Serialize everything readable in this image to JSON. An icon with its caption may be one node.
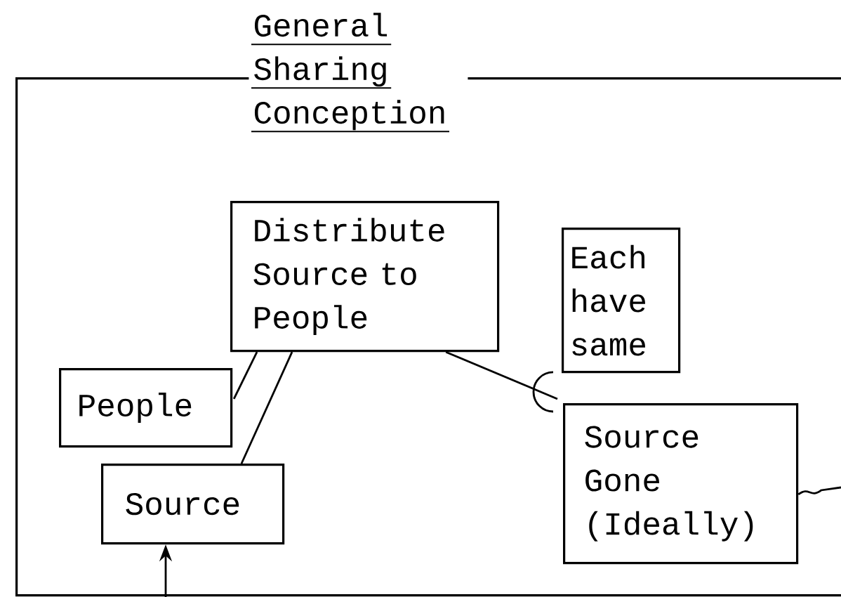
{
  "diagram": {
    "nodes": [
      {
        "text": [
          "General Sharing Conception"
        ]
      },
      {
        "text": [
          "Distribute Source to People"
        ],
        "in": 0
      },
      {
        "text": [
          "Each have same"
        ],
        "in": 0
      },
      {
        "text": [
          "People"
        ],
        "in": 0
      },
      {
        "text": [
          "Source Gone (Ideally)"
        ],
        "in": 0
      },
      {
        "text": [
          "Source"
        ],
        "in": 0
      }
    ],
    "edges": [
      {
        "from": 3,
        "to": 1,
        "arrow": "none"
      },
      {
        "from": 5,
        "to": 1,
        "arrow": "none"
      },
      {
        "from": 1,
        "to": 4,
        "arrow": "none"
      },
      {
        "from": null,
        "to": 5,
        "arrow": "to"
      },
      {
        "from": 4,
        "to": null,
        "arrow": "none"
      }
    ]
  }
}
